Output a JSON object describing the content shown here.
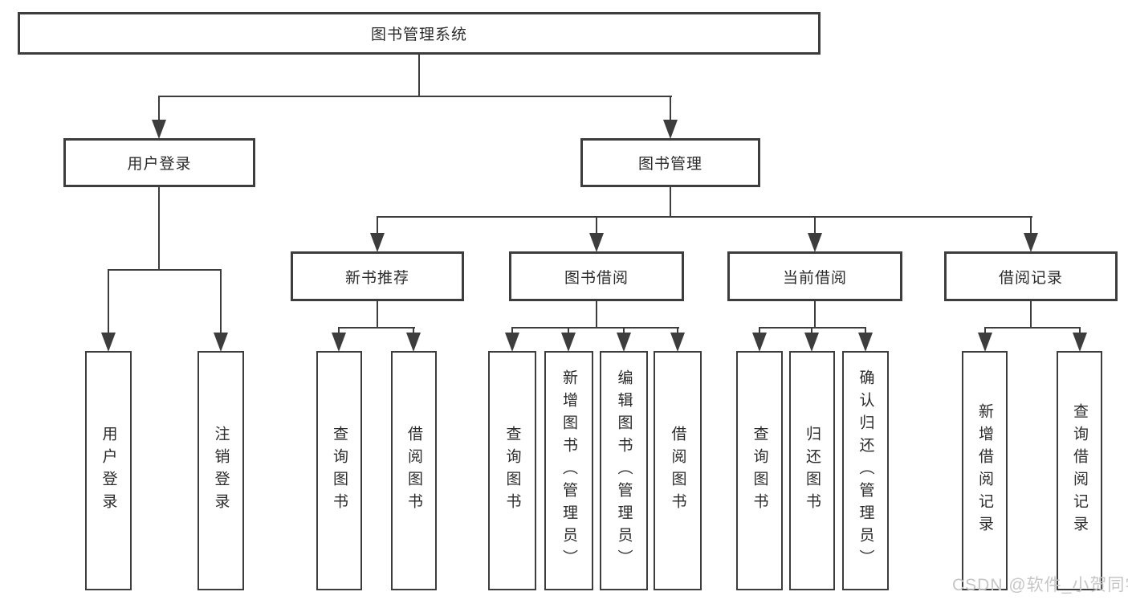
{
  "diagram_title": "图书管理系统",
  "nodes": {
    "root": "图书管理系统",
    "user_login": "用户登录",
    "book_mgmt": "图书管理",
    "new_book_rec": "新书推荐",
    "book_borrow": "图书借阅",
    "current_borrow": "当前借阅",
    "borrow_records": "借阅记录",
    "leaves": {
      "user_login": [
        "用户登录",
        "注销登录"
      ],
      "new_book_rec": [
        "查询图书",
        "借阅图书"
      ],
      "book_borrow": [
        "查询图书",
        "新增图书（管理员）",
        "编辑图书（管理员）",
        "借阅图书"
      ],
      "current_borrow": [
        "查询图书",
        "归还图书",
        "确认归还（管理员）"
      ],
      "borrow_records": [
        "新增借阅记录",
        "查询借阅记录"
      ]
    }
  },
  "watermark": "CSDN @软件_小贺同学",
  "colors": {
    "line": "#3d3d3d",
    "text": "#2b2b2b",
    "watermark": "#c6c6c6",
    "background": "#ffffff"
  }
}
